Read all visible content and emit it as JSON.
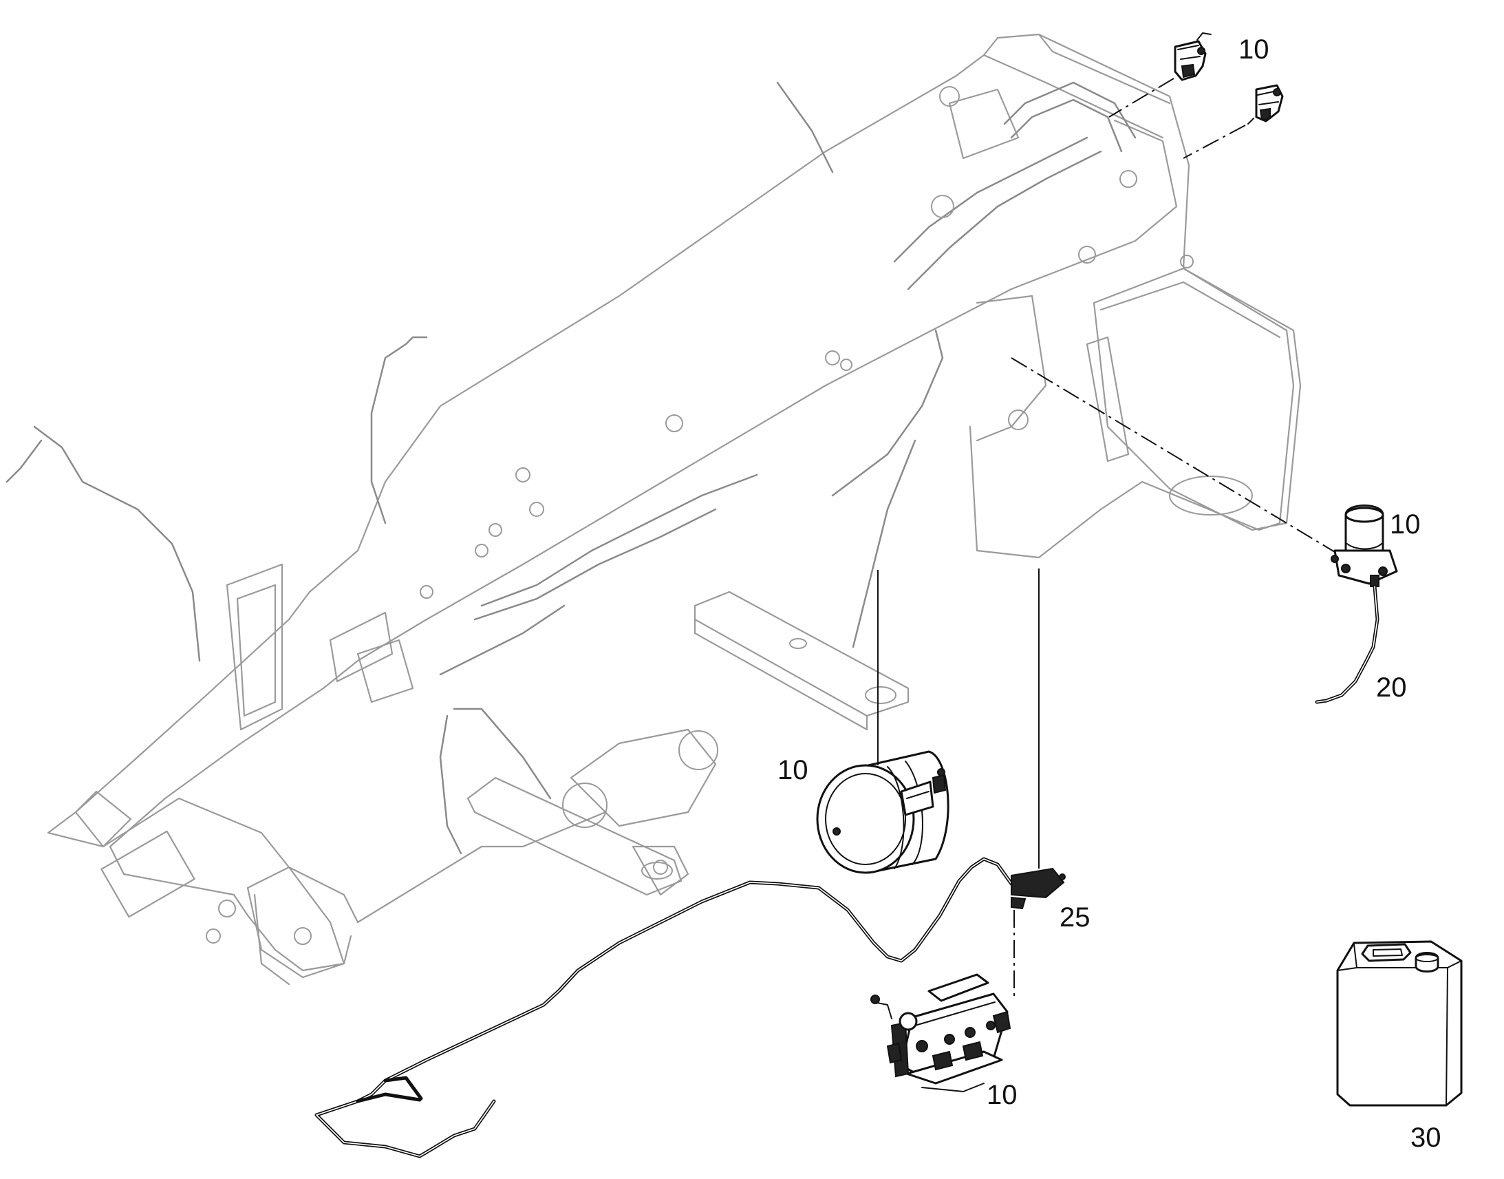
{
  "callouts": {
    "solenoid_top_right": "10",
    "air_dryer": "10",
    "air_pipe": "20",
    "air_tank": "10",
    "brake_line": "25",
    "brake_valve": "10",
    "fluid_can": "30"
  }
}
